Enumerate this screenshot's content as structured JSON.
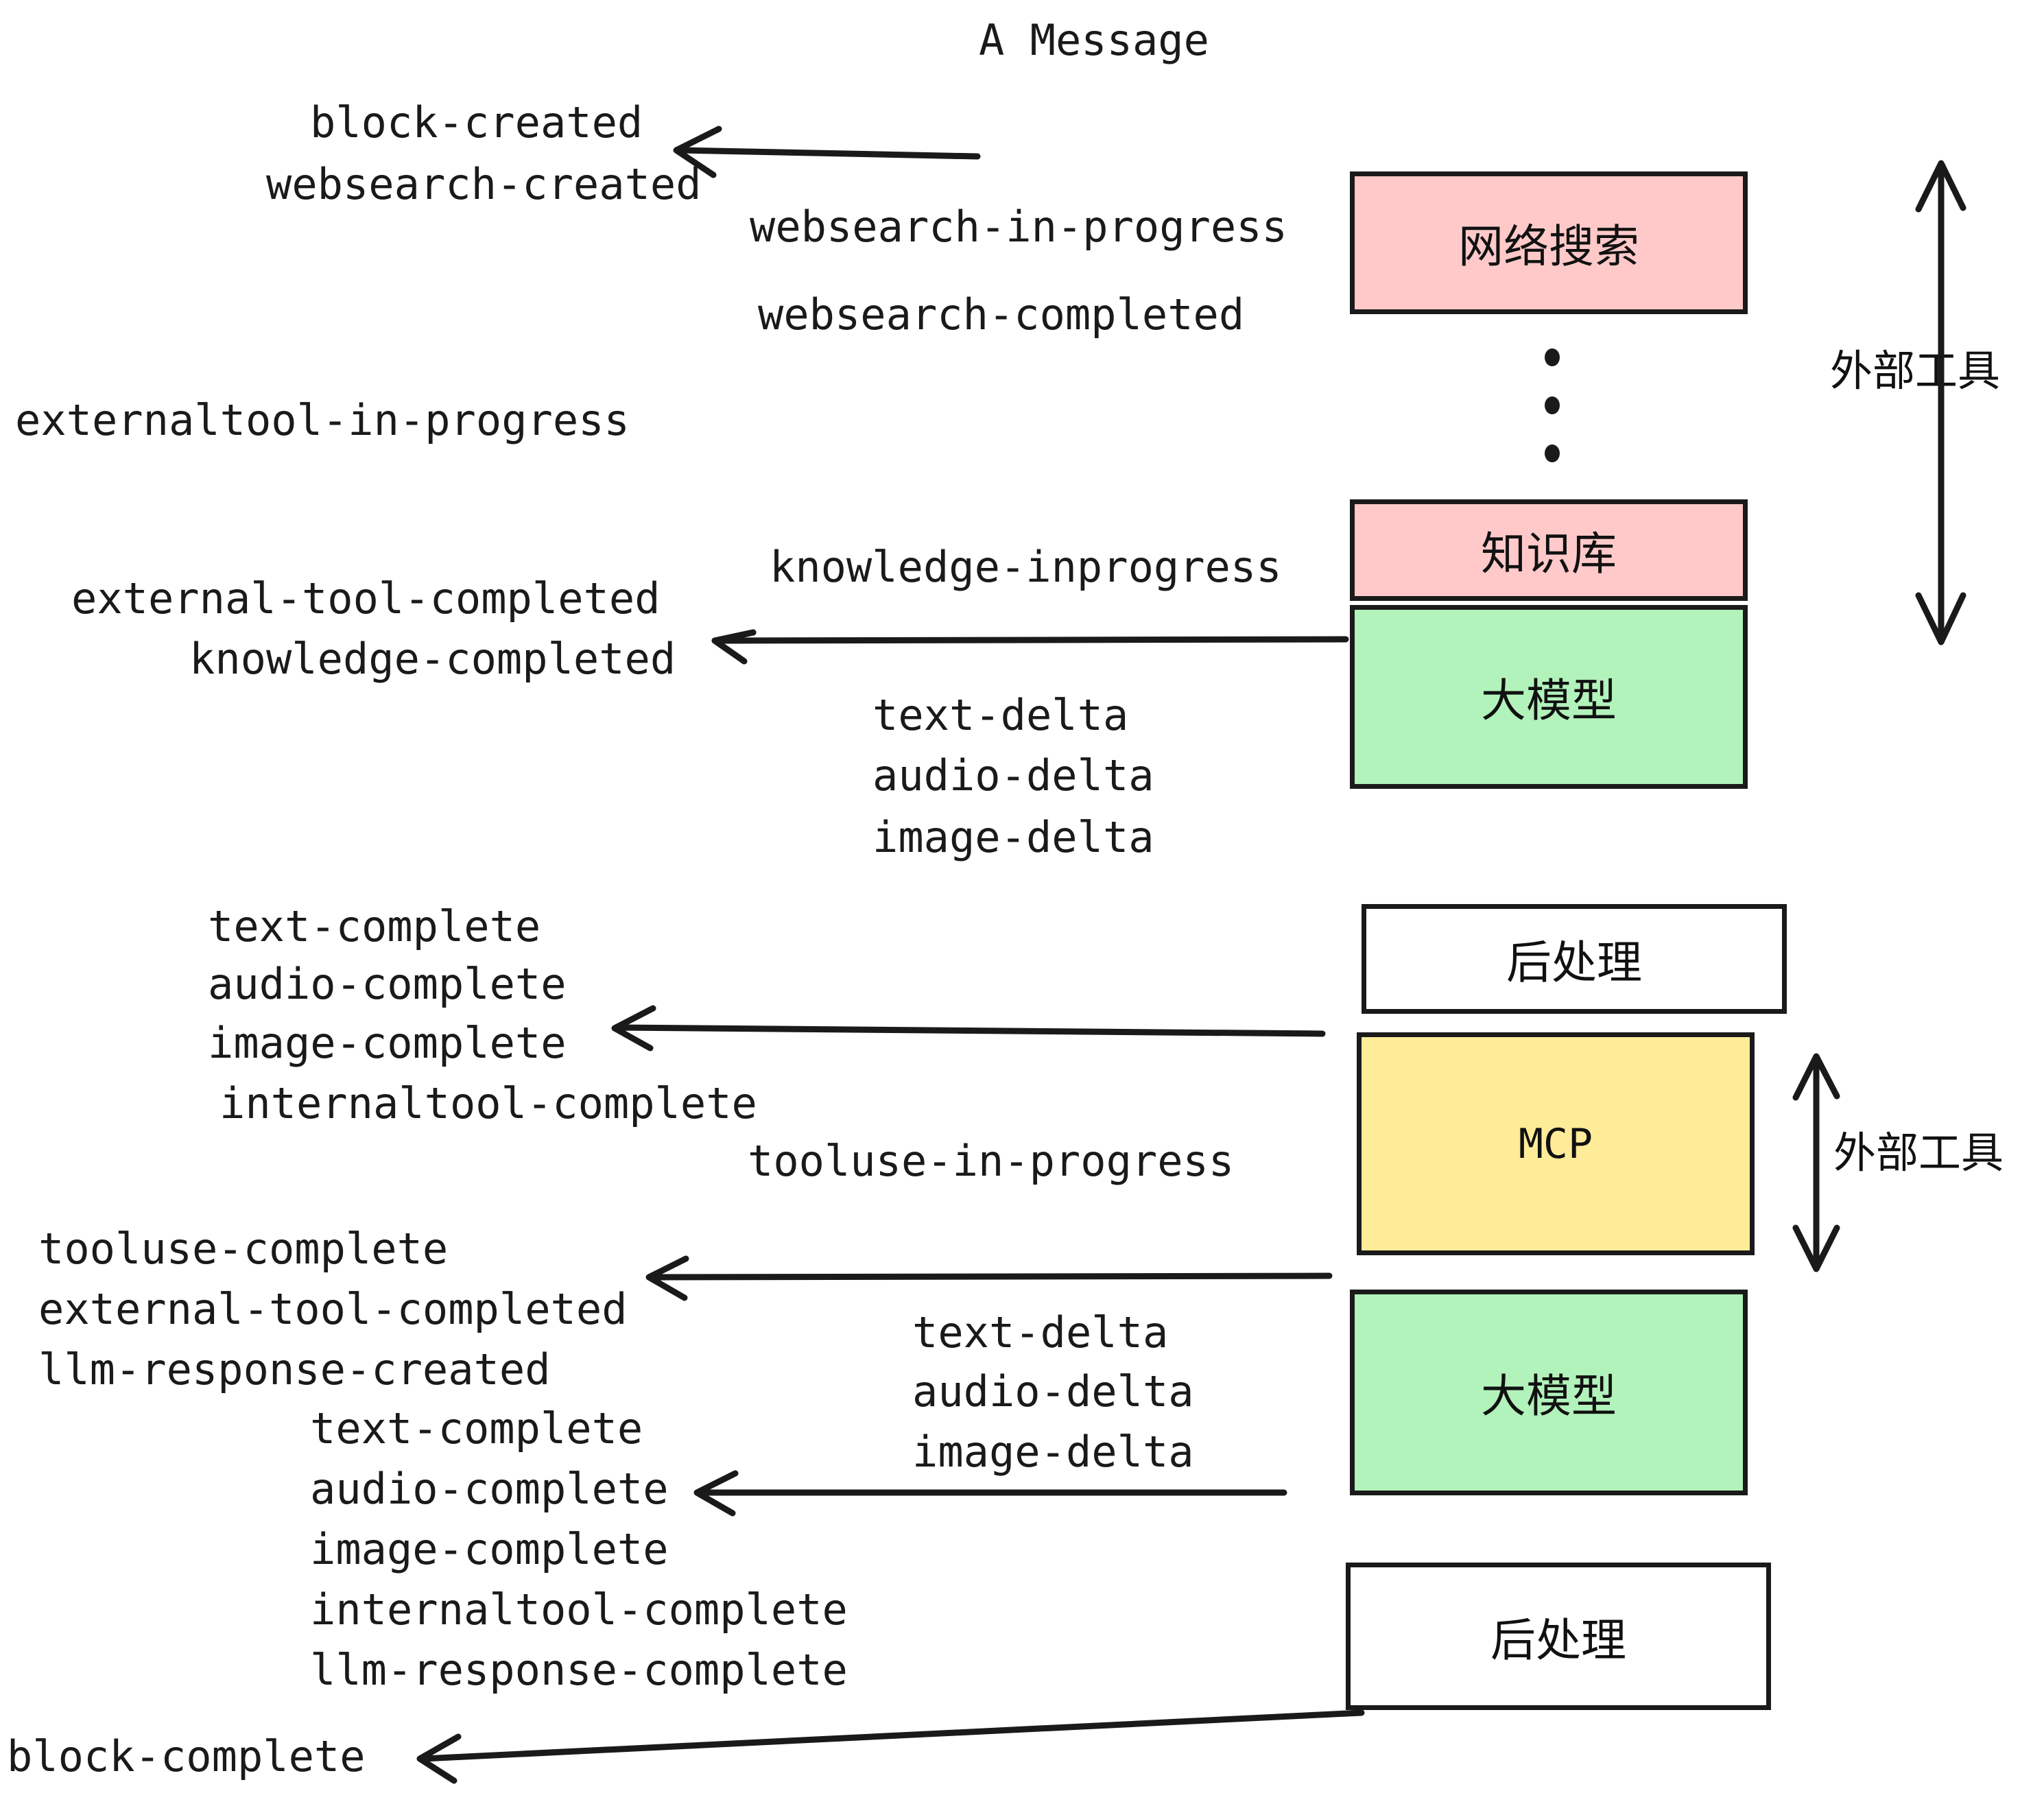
{
  "title": "A Message",
  "colors": {
    "pink": "#FFC9C9",
    "green": "#B2F2BB",
    "yellow": "#FFEC99",
    "white": "#FFFFFF",
    "stroke": "#1A1A1A"
  },
  "boxes": [
    {
      "id": "websearch",
      "label": "网络搜索",
      "fill": "#FFC9C9"
    },
    {
      "id": "knowledge",
      "label": "知识库",
      "fill": "#FFC9C9"
    },
    {
      "id": "llm1",
      "label": "大模型",
      "fill": "#B2F2BB"
    },
    {
      "id": "postprocess1",
      "label": "后处理",
      "fill": "#FFFFFF"
    },
    {
      "id": "mcp",
      "label": "MCP",
      "fill": "#FFEC99"
    },
    {
      "id": "llm2",
      "label": "大模型",
      "fill": "#B2F2BB"
    },
    {
      "id": "postprocess2",
      "label": "后处理",
      "fill": "#FFFFFF"
    }
  ],
  "side_labels": [
    {
      "id": "external-tool-top",
      "label": "外部工具"
    },
    {
      "id": "external-tool-bottom",
      "label": "外部工具"
    }
  ],
  "events": [
    {
      "id": "block-created",
      "text": "block-created"
    },
    {
      "id": "websearch-created",
      "text": "websearch-created"
    },
    {
      "id": "websearch-in-progress",
      "text": "websearch-in-progress"
    },
    {
      "id": "websearch-completed",
      "text": "websearch-completed"
    },
    {
      "id": "externaltool-in-progress",
      "text": "externaltool-in-progress"
    },
    {
      "id": "knowledge-inprogress",
      "text": "knowledge-inprogress"
    },
    {
      "id": "external-tool-completed-1",
      "text": "external-tool-completed"
    },
    {
      "id": "knowledge-completed",
      "text": "knowledge-completed"
    },
    {
      "id": "text-delta-1",
      "text": "text-delta"
    },
    {
      "id": "audio-delta-1",
      "text": "audio-delta"
    },
    {
      "id": "image-delta-1",
      "text": "image-delta"
    },
    {
      "id": "text-complete-1",
      "text": "text-complete"
    },
    {
      "id": "audio-complete-1",
      "text": "audio-complete"
    },
    {
      "id": "image-complete-1",
      "text": "image-complete"
    },
    {
      "id": "internaltool-complete-1",
      "text": "internaltool-complete"
    },
    {
      "id": "tooluse-in-progress",
      "text": "tooluse-in-progress"
    },
    {
      "id": "tooluse-complete",
      "text": "tooluse-complete"
    },
    {
      "id": "external-tool-completed-2",
      "text": "external-tool-completed"
    },
    {
      "id": "llm-response-created",
      "text": "llm-response-created"
    },
    {
      "id": "text-delta-2",
      "text": "text-delta"
    },
    {
      "id": "audio-delta-2",
      "text": "audio-delta"
    },
    {
      "id": "image-delta-2",
      "text": "image-delta"
    },
    {
      "id": "text-complete-2",
      "text": "text-complete"
    },
    {
      "id": "audio-complete-2",
      "text": "audio-complete"
    },
    {
      "id": "image-complete-2",
      "text": "image-complete"
    },
    {
      "id": "internaltool-complete-2",
      "text": "internaltool-complete"
    },
    {
      "id": "llm-response-complete",
      "text": "llm-response-complete"
    },
    {
      "id": "block-complete",
      "text": "block-complete"
    }
  ]
}
